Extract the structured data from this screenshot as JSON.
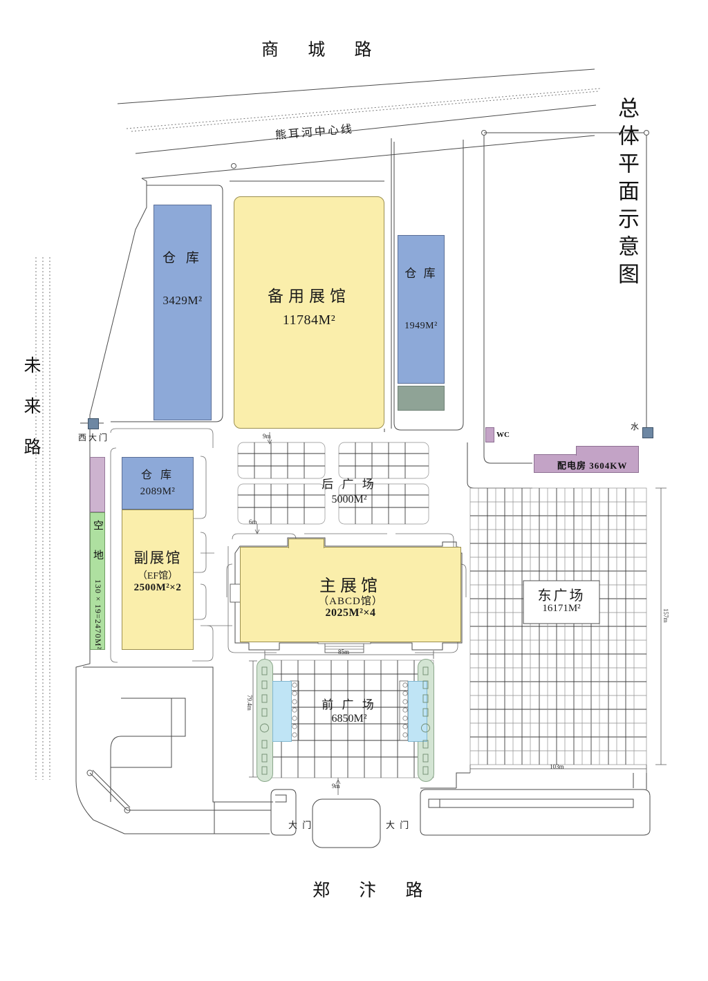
{
  "document": {
    "title": "总体平面示意图"
  },
  "roads": {
    "north": "商  城  路",
    "south": "郑  汴  路",
    "west": "未来路",
    "river_centerline": "熊耳河中心线"
  },
  "buildings": [
    {
      "id": "warehouse-northwest",
      "name": "仓 库",
      "area": "3429M²",
      "color": "#8da9d8"
    },
    {
      "id": "spare-exhibition-hall",
      "name": "备用展馆",
      "area": "11784M²",
      "color": "#faeeab"
    },
    {
      "id": "warehouse-northeast",
      "name": "仓 库",
      "area": "1949M²",
      "color": "#8da9d8"
    },
    {
      "id": "warehouse-west",
      "name": "仓 库",
      "area": "2089M²",
      "color": "#8da9d8"
    },
    {
      "id": "secondary-exhibition-hall",
      "name": "副展馆",
      "sub": "（EF馆）",
      "area": "2500M²×2",
      "color": "#faeeab"
    },
    {
      "id": "main-exhibition-hall",
      "name": "主展馆",
      "sub": "（ABCD馆）",
      "area": "2025M²×4",
      "color": "#faeeab"
    }
  ],
  "plazas": [
    {
      "id": "rear-plaza",
      "name": "后 广 场",
      "area": "5000M²"
    },
    {
      "id": "front-plaza",
      "name": "前 广 场",
      "area": "6850M²"
    },
    {
      "id": "east-plaza",
      "name": "东广场",
      "area": "16171M²"
    }
  ],
  "facilities": {
    "power_room": "配电房 3604KW",
    "wc": "WC",
    "water": "水",
    "vacant_land_label": "空 地",
    "vacant_land_calc": "130×19=2470M²"
  },
  "gates": {
    "west_gate": "西大门",
    "main_gate_left": "大 门",
    "main_gate_right": "大 门"
  },
  "dimensions": {
    "rear_plaza_gap_top": "9m",
    "rear_plaza_gap_bottom": "6m",
    "main_hall_width": "85m",
    "front_plaza_gap": "9m",
    "front_plaza_height": "79.4m",
    "east_plaza_height": "157m",
    "east_plaza_width": "103m"
  }
}
